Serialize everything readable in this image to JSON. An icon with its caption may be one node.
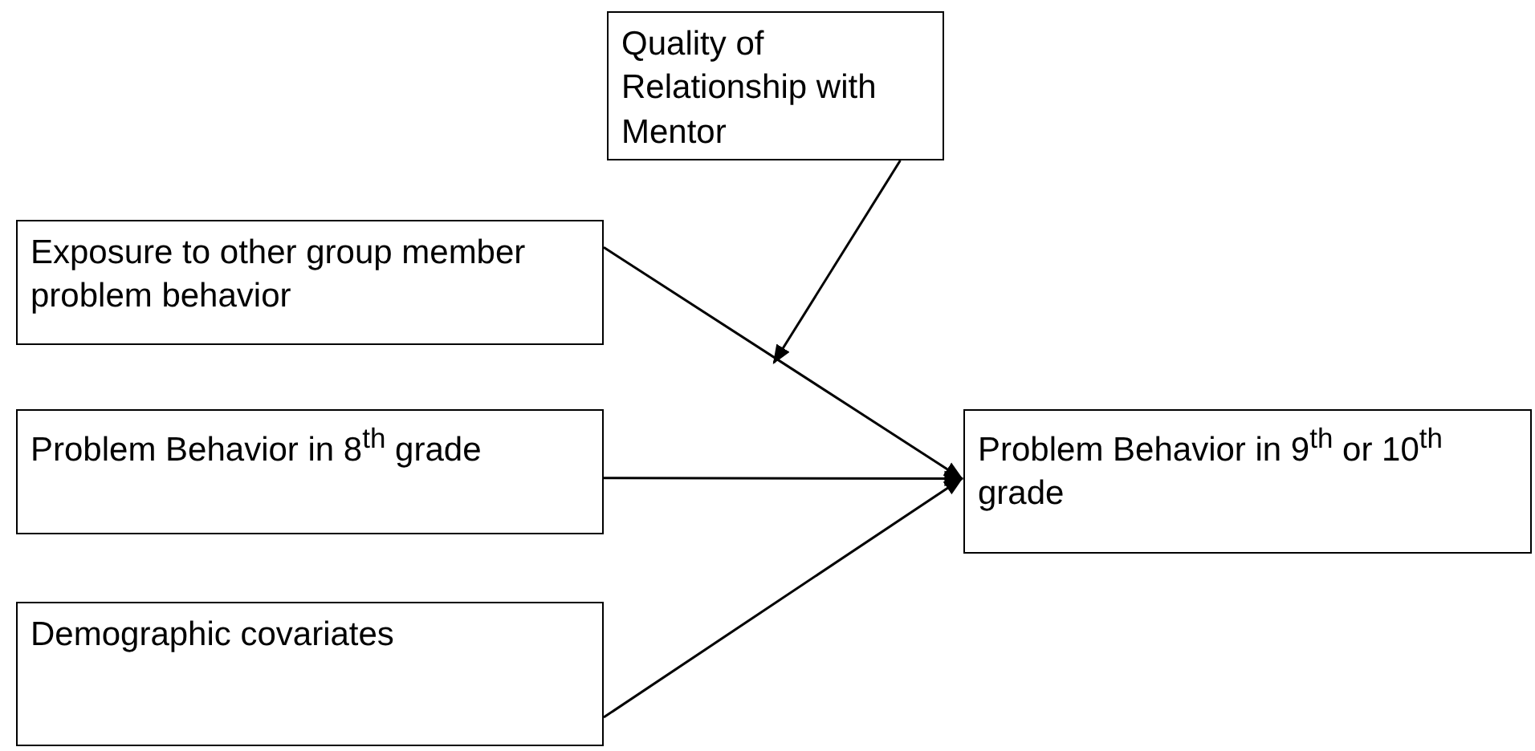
{
  "diagram": {
    "nodes": [
      {
        "text": [
          "Quality of Relationship with Mentor"
        ]
      },
      {
        "text": [
          "Exposure to other group member problem behavior"
        ]
      },
      {
        "text": [
          "Problem Behavior in 8$^{th}$ grade"
        ]
      },
      {
        "text": [
          "Demographic covariates"
        ]
      },
      {
        "text": [
          "Problem Behavior in 9$^{th}$ or 10$^{th}$ grade"
        ]
      }
    ],
    "edges": [
      {
        "from": 1,
        "to": 4,
        "arrow": "to"
      },
      {
        "from": 2,
        "to": 4,
        "arrow": "to"
      },
      {
        "from": 3,
        "to": 4,
        "arrow": "to"
      },
      {
        "from": 0,
        "to": null,
        "arrow": "to"
      }
    ]
  }
}
